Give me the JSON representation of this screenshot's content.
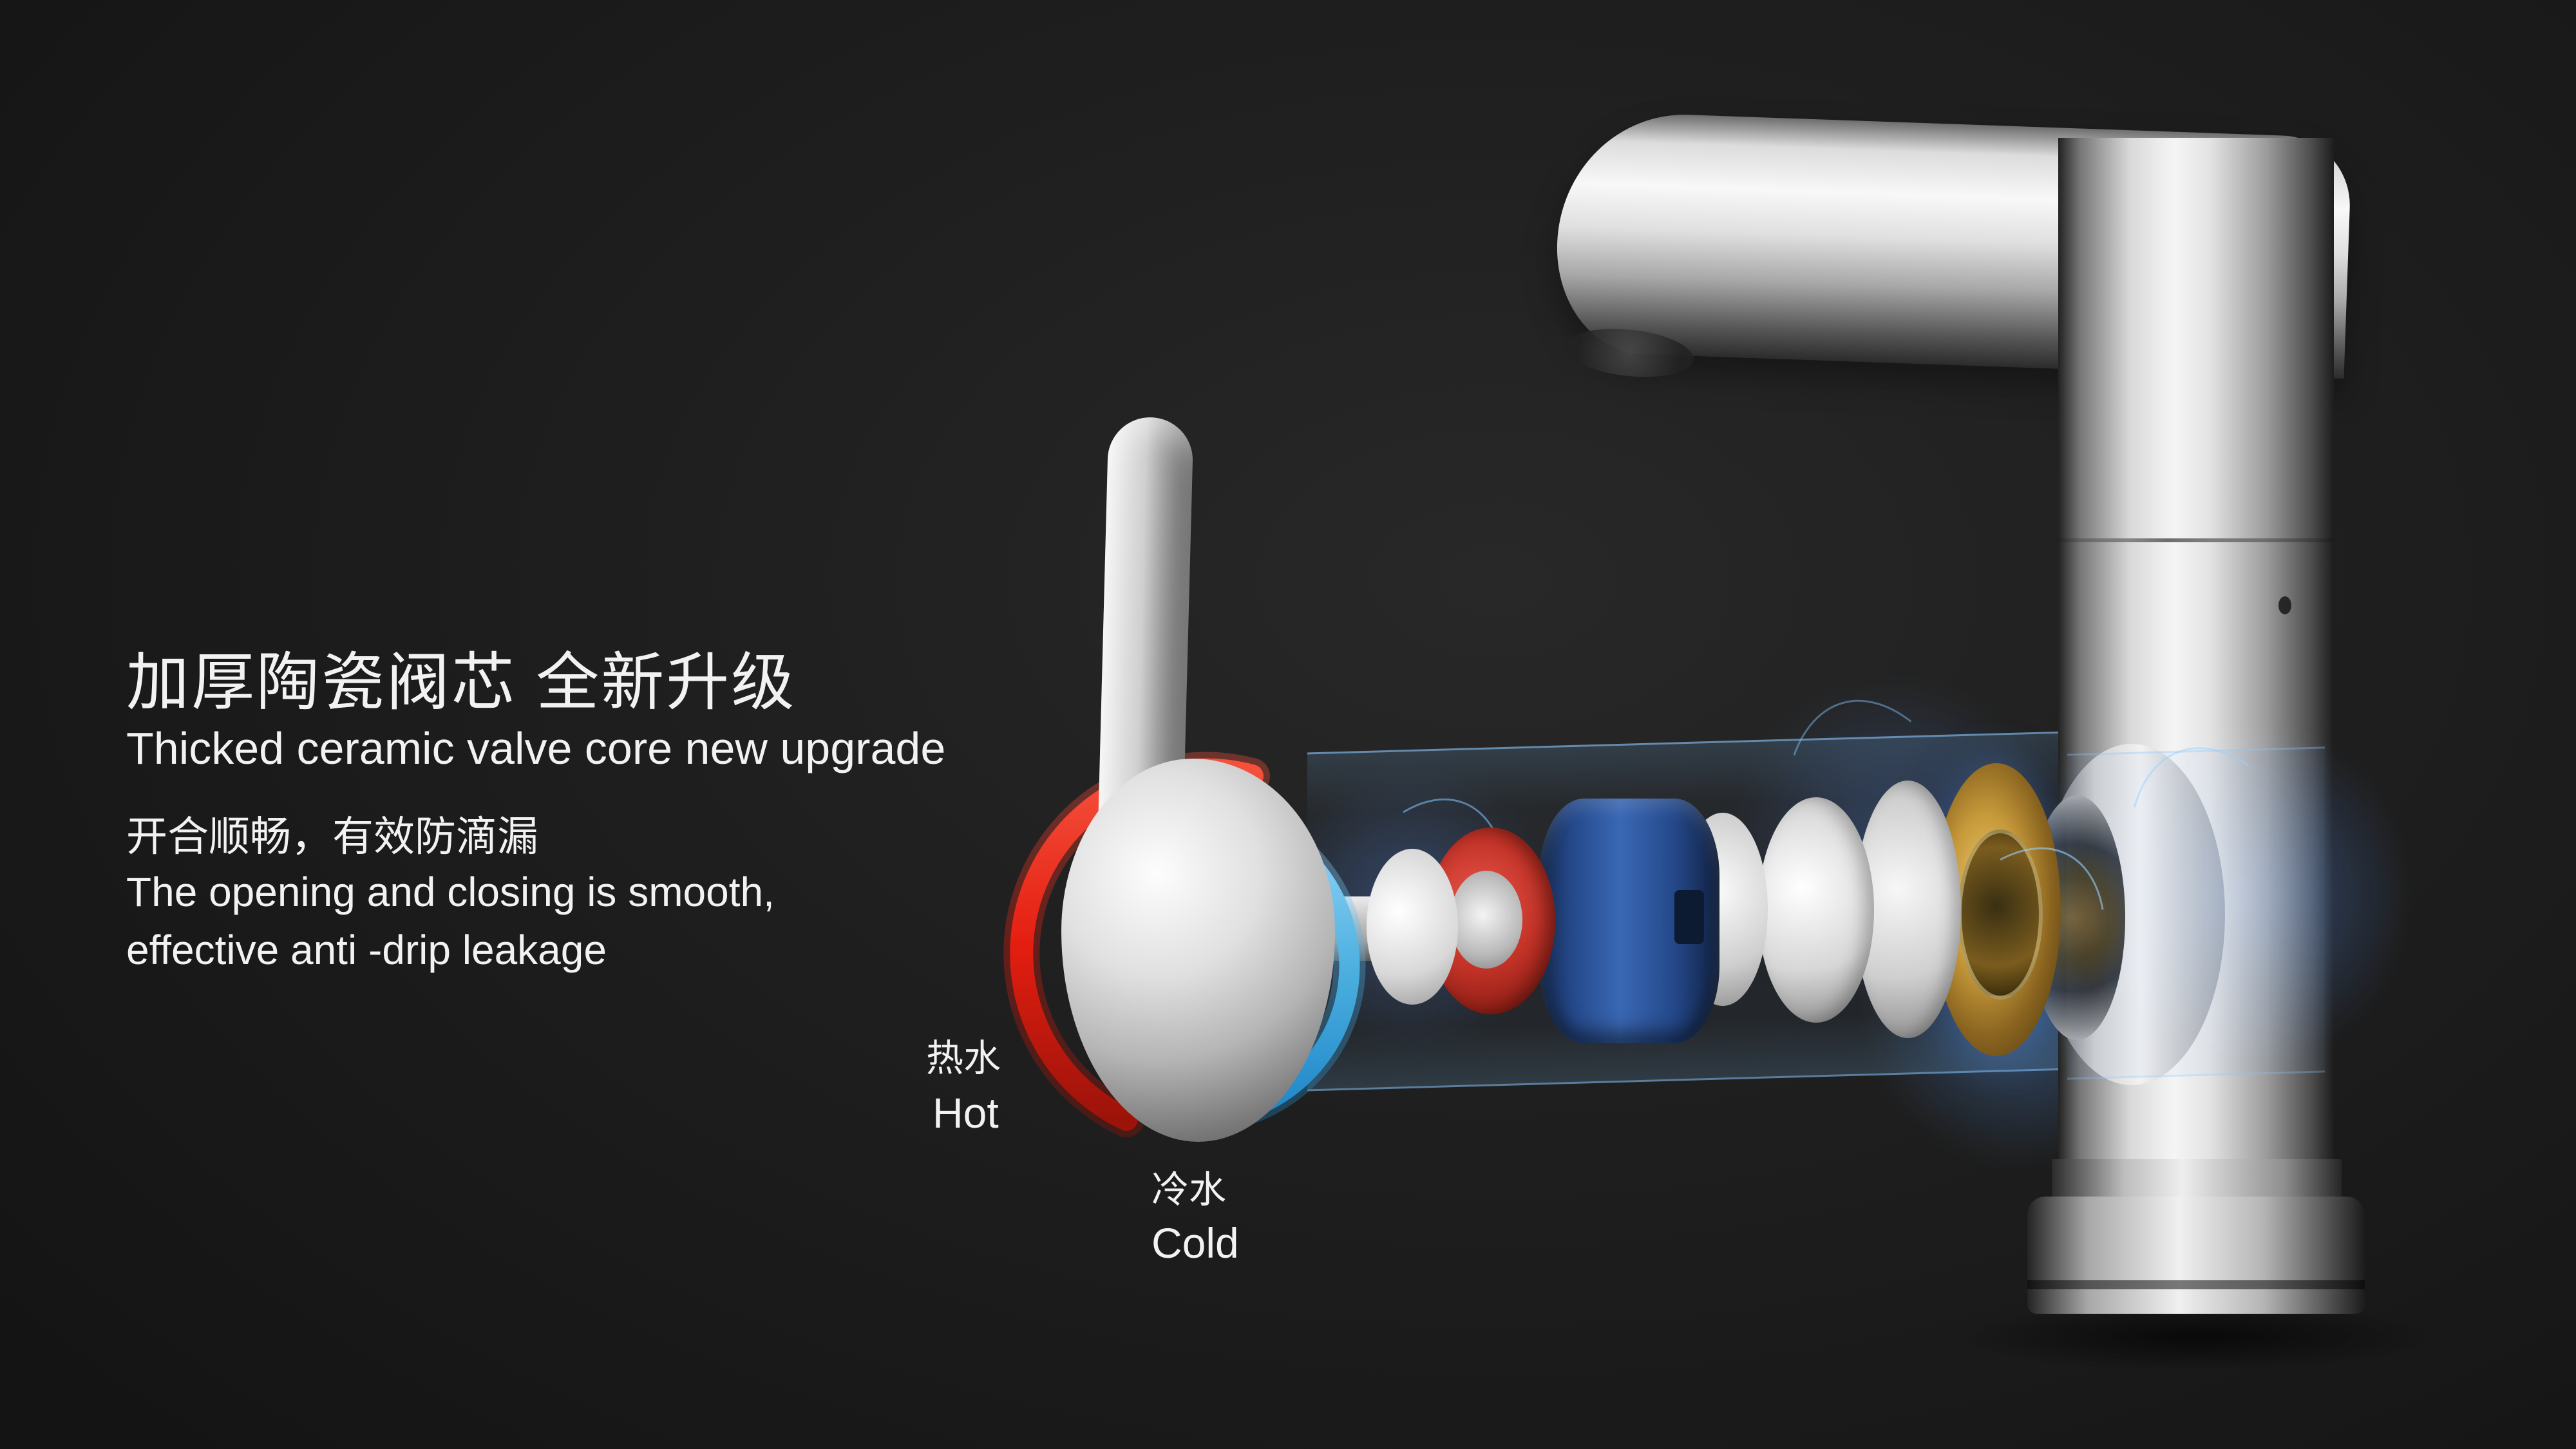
{
  "headline": {
    "title_cn": "加厚陶瓷阀芯  全新升级",
    "subtitle_en": "Thicked ceramic valve core new upgrade",
    "feature_cn": "开合顺畅，有效防滴漏",
    "feature_en_line1": "The opening and closing is smooth,",
    "feature_en_line2": "effective anti -drip leakage"
  },
  "labels": {
    "hot_cn": "热水",
    "hot_en": "Hot",
    "cold_cn": "冷水",
    "cold_en": "Cold"
  },
  "colors": {
    "background": "#1d1d1d",
    "text": "#f2f2f2",
    "hot_arc_red": "#e8281e",
    "cold_arc_blue": "#4fb3e8",
    "cartridge_blue": "#2e5ea6",
    "seal_red": "#c23227",
    "brass_gold": "#c79a3a",
    "glow_blue": "#4f8cff",
    "chrome_light": "#f2f2f2",
    "chrome_dark": "#4c4c4c"
  }
}
